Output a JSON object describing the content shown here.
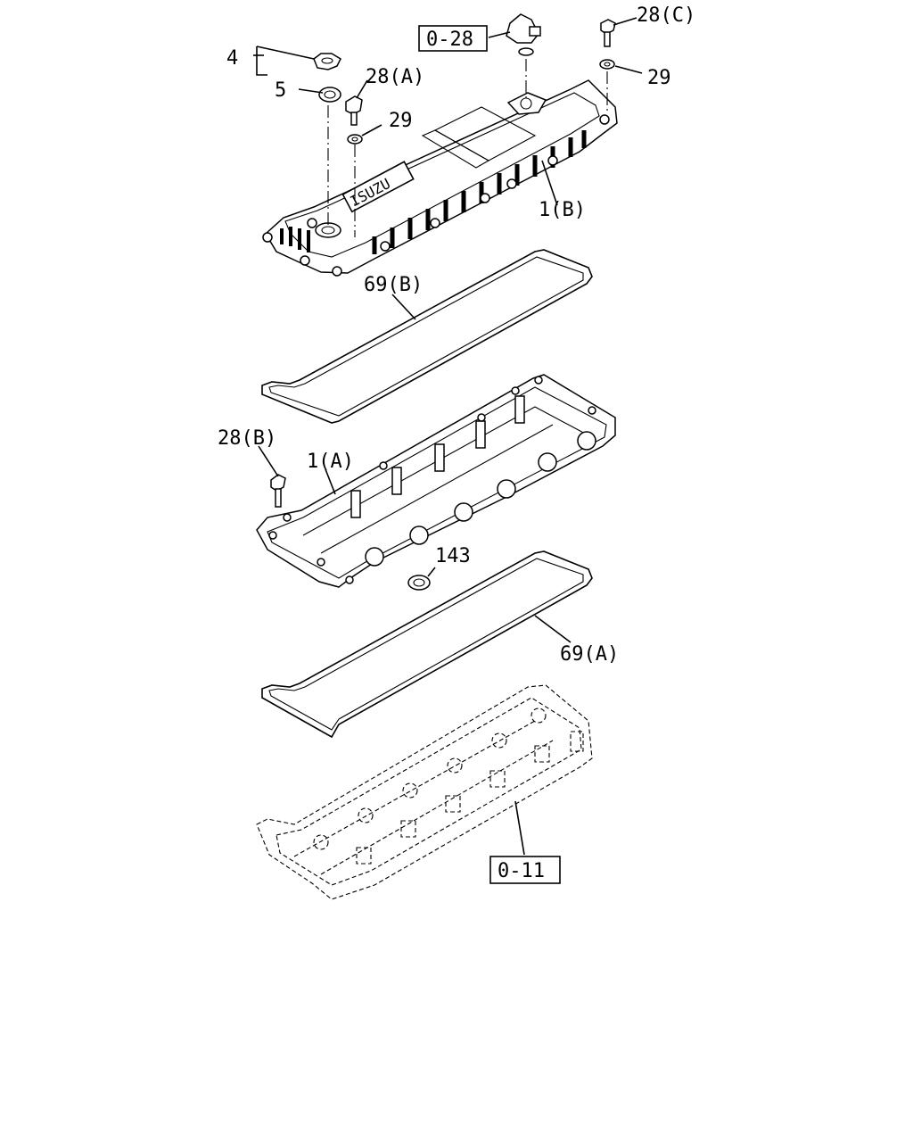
{
  "labels": {
    "ref_0_28": "0-28",
    "ref_0_11": "0-11",
    "p4": "4",
    "p5": "5",
    "p28a": "28(A)",
    "p28b": "28(B)",
    "p28c": "28(C)",
    "p29_left": "29",
    "p29_right": "29",
    "p1b": "1(B)",
    "p1a": "1(A)",
    "p69b": "69(B)",
    "p69a": "69(A)",
    "p143": "143",
    "brand": "ISUZU"
  }
}
